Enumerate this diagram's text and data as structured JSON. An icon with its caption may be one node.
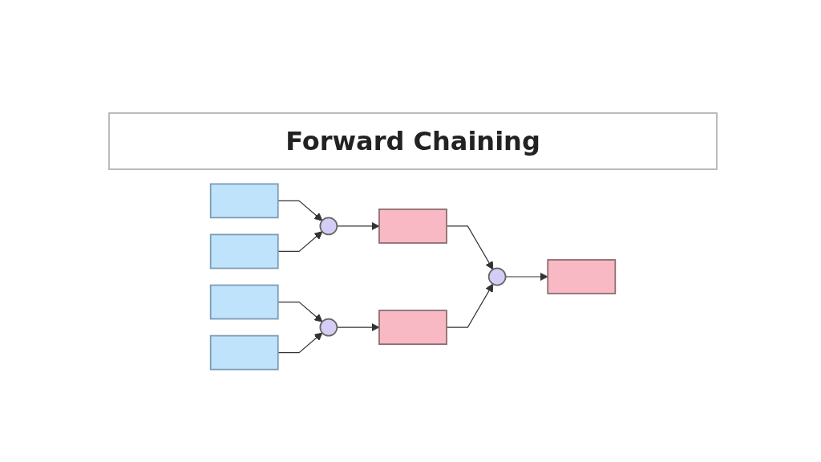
{
  "diagram": {
    "title": "Forward Chaining",
    "nodes": [
      {
        "text": [],
        "shape": "box"
      },
      {
        "text": [],
        "shape": "box"
      },
      {
        "text": [],
        "shape": "box"
      },
      {
        "text": [],
        "shape": "box"
      },
      {
        "text": [],
        "shape": "circle"
      },
      {
        "text": [],
        "shape": "circle"
      },
      {
        "text": [],
        "shape": "box"
      },
      {
        "text": [],
        "shape": "box"
      },
      {
        "text": [],
        "shape": "circle"
      },
      {
        "text": [],
        "shape": "box"
      }
    ],
    "edges": [
      {
        "from": 0,
        "to": 4,
        "arrow": "to"
      },
      {
        "from": 1,
        "to": 4,
        "arrow": "to"
      },
      {
        "from": 2,
        "to": 5,
        "arrow": "to"
      },
      {
        "from": 3,
        "to": 5,
        "arrow": "to"
      },
      {
        "from": 4,
        "to": 6,
        "arrow": "to"
      },
      {
        "from": 5,
        "to": 7,
        "arrow": "to"
      },
      {
        "from": 6,
        "to": 8,
        "arrow": "to"
      },
      {
        "from": 7,
        "to": 8,
        "arrow": "to"
      },
      {
        "from": 8,
        "to": 9,
        "arrow": "to"
      }
    ]
  }
}
